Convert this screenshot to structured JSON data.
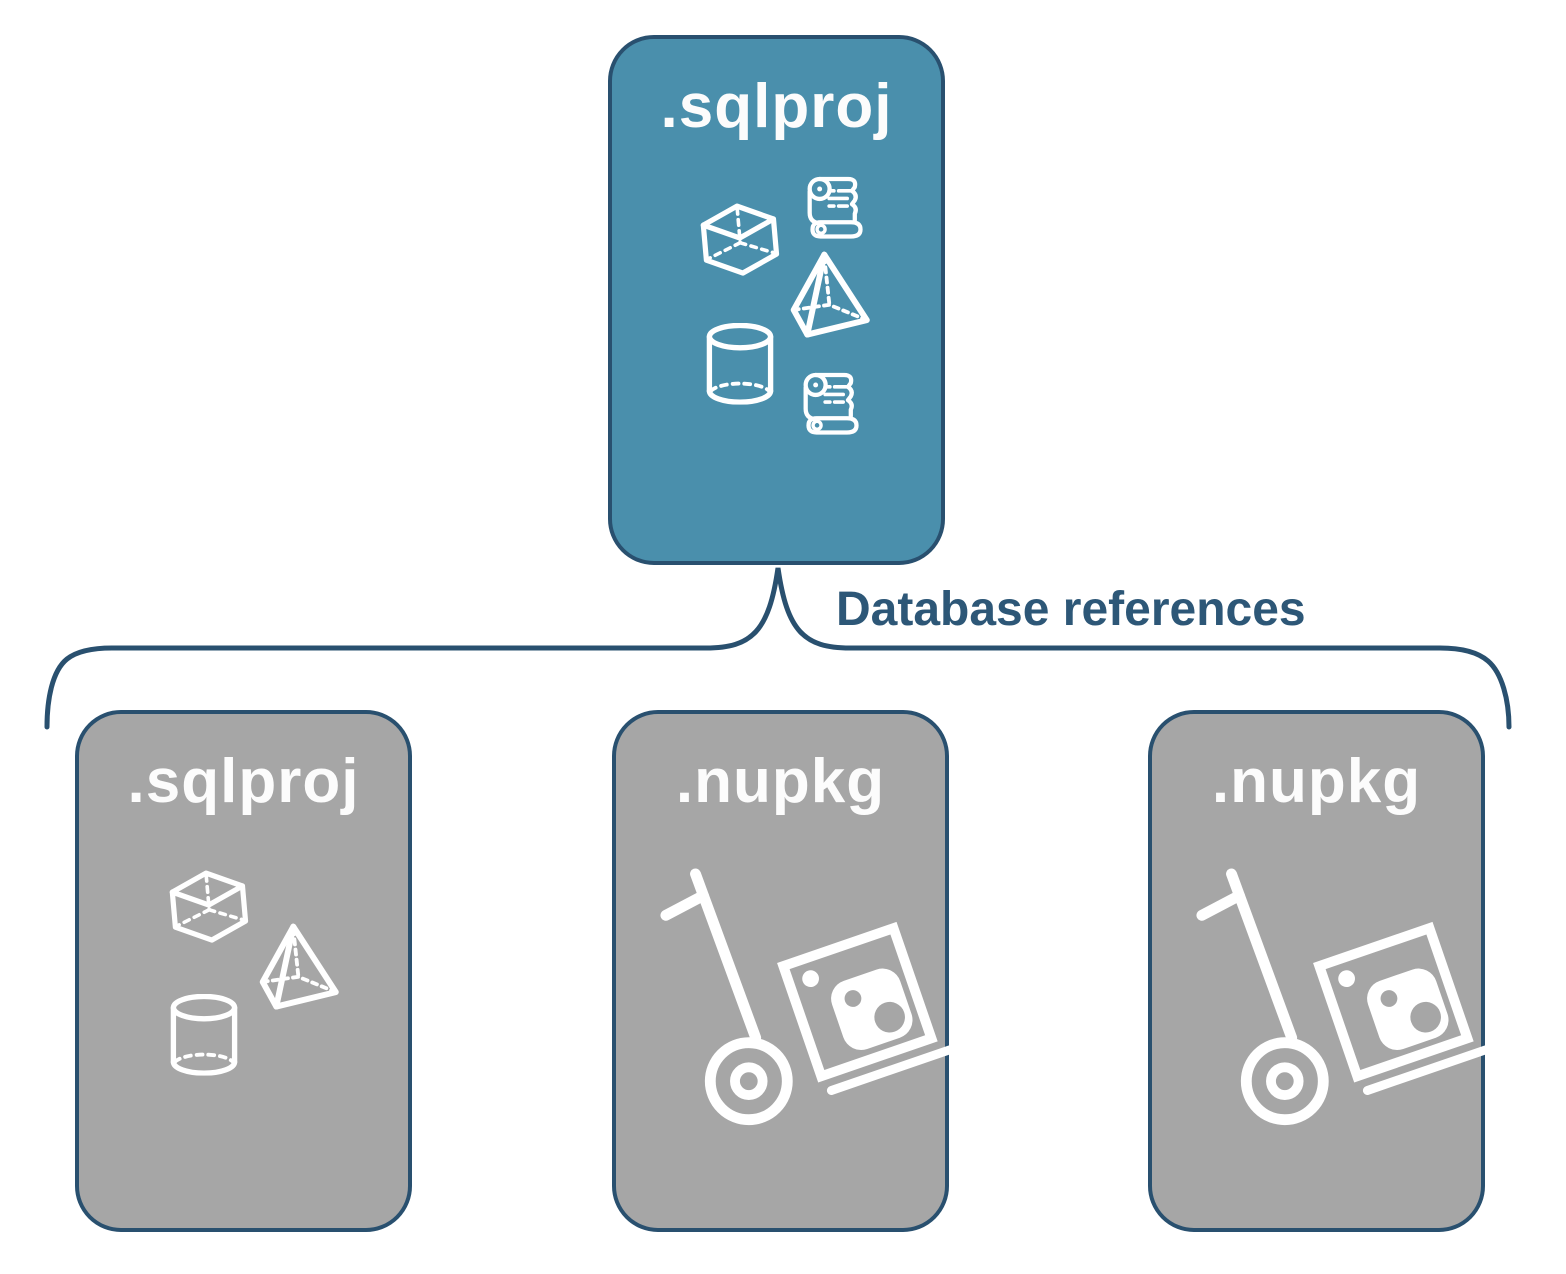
{
  "diagram": {
    "parent_node": {
      "label": ".sqlproj",
      "icons": [
        "scroll-icon",
        "cube-icon",
        "pyramid-icon",
        "cylinder-icon",
        "scroll-icon"
      ]
    },
    "connector": {
      "label": "Database references"
    },
    "child_nodes": [
      {
        "label": ".sqlproj",
        "icons": [
          "cube-icon",
          "pyramid-icon",
          "cylinder-icon"
        ]
      },
      {
        "label": ".nupkg",
        "icons": [
          "nuget-dolly-icon"
        ]
      },
      {
        "label": ".nupkg",
        "icons": [
          "nuget-dolly-icon"
        ]
      }
    ],
    "colors": {
      "parent_fill": "#4a8fac",
      "child_fill": "#a6a6a6",
      "node_border": "#29506f",
      "connector_line": "#29506f",
      "connector_label": "#2d5777",
      "node_label": "#fcfcfc",
      "icon_stroke": "#ffffff",
      "background": "#ffffff"
    }
  }
}
